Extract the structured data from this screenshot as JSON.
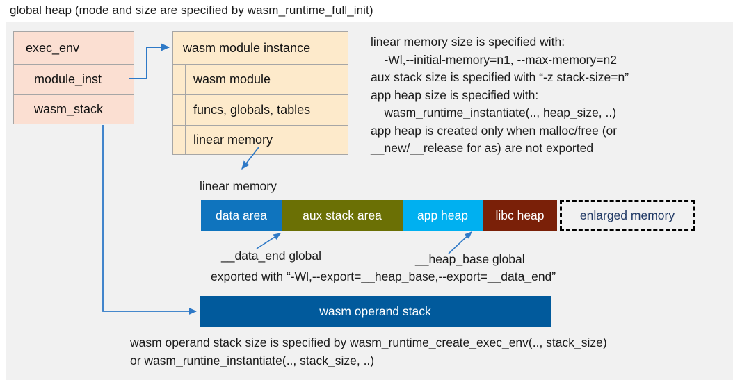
{
  "title": "global heap (mode and size are specified by wasm_runtime_full_init)",
  "exec_env": {
    "header": "exec_env",
    "fields": [
      {
        "label": "module_inst"
      },
      {
        "label": "wasm_stack"
      }
    ]
  },
  "wasm_module_instance": {
    "header": "wasm module instance",
    "fields": [
      {
        "label": "wasm module"
      },
      {
        "label": "funcs, globals, tables"
      },
      {
        "label": "linear memory"
      }
    ]
  },
  "notes": "linear memory size is specified with:\n    -Wl,--initial-memory=n1, --max-memory=n2\naux stack size is specified with “-z stack-size=n”\napp heap size is specified with:\n    wasm_runtime_instantiate(.., heap_size, ..)\napp heap is created only when malloc/free (or\n__new/__release for as) are not exported",
  "linear_memory": {
    "caption": "linear memory",
    "segments": [
      {
        "name": "data area",
        "color": "#0f74be",
        "text_color": "#ffffff"
      },
      {
        "name": "aux stack area",
        "color": "#6b7005",
        "text_color": "#ffffff"
      },
      {
        "name": "app heap",
        "color": "#00b0f0",
        "text_color": "#ffffff"
      },
      {
        "name": "libc heap",
        "color": "#7a2008",
        "text_color": "#ffffff"
      },
      {
        "name": "enlarged memory",
        "color": "#f1f1f1",
        "text_color": "#1f3864"
      }
    ],
    "annotations": {
      "data_end": "__data_end global",
      "heap_base": "__heap_base global",
      "exported_with": "exported with “-Wl,--export=__heap_base,--export=__data_end”"
    }
  },
  "operand_stack": {
    "label": "wasm operand stack",
    "note": "wasm operand stack size is specified by wasm_runtime_create_exec_env(.., stack_size)\nor wasm_runtine_instantiate(.., stack_size, ..)"
  },
  "colors": {
    "canvas_background": "#f1f1f1",
    "exec_env_fill": "#fbdfd2",
    "module_instance_fill": "#fdeacb",
    "operand_stack_fill": "#015a9c",
    "connector": "#2e79c7",
    "box_border": "#a6a6a6"
  }
}
